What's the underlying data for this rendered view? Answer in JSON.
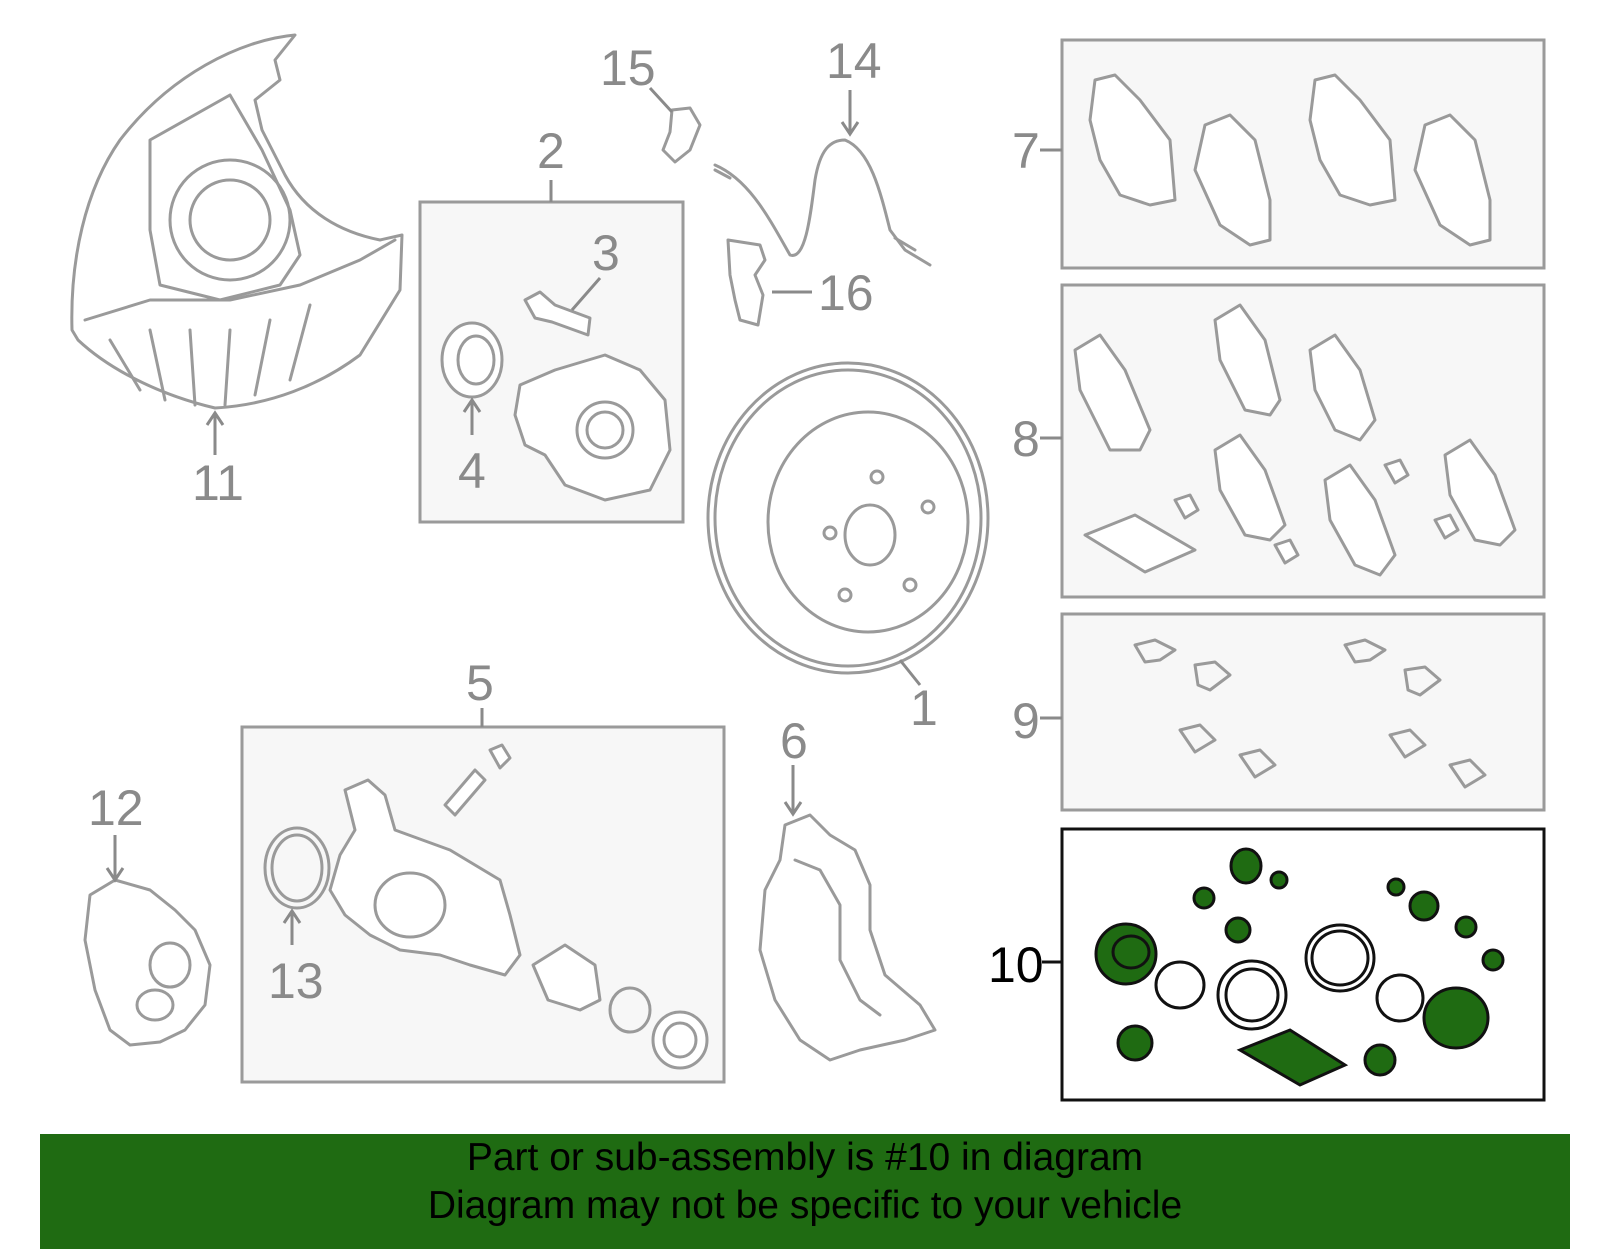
{
  "diagram": {
    "callouts": {
      "c1": "1",
      "c2": "2",
      "c3": "3",
      "c4": "4",
      "c5": "5",
      "c6": "6",
      "c7": "7",
      "c8": "8",
      "c9": "9",
      "c10": "10",
      "c11": "11",
      "c12": "12",
      "c13": "13",
      "c14": "14",
      "c15": "15",
      "c16": "16"
    },
    "highlighted_part": "10",
    "colors": {
      "part_stroke": "#9a9a9a",
      "highlight_fill": "#1f6b12",
      "banner_bg": "#1f6b12"
    }
  },
  "banner": {
    "line1": "Part or sub-assembly is #10 in diagram",
    "line2": "Diagram may not be specific to your vehicle"
  }
}
